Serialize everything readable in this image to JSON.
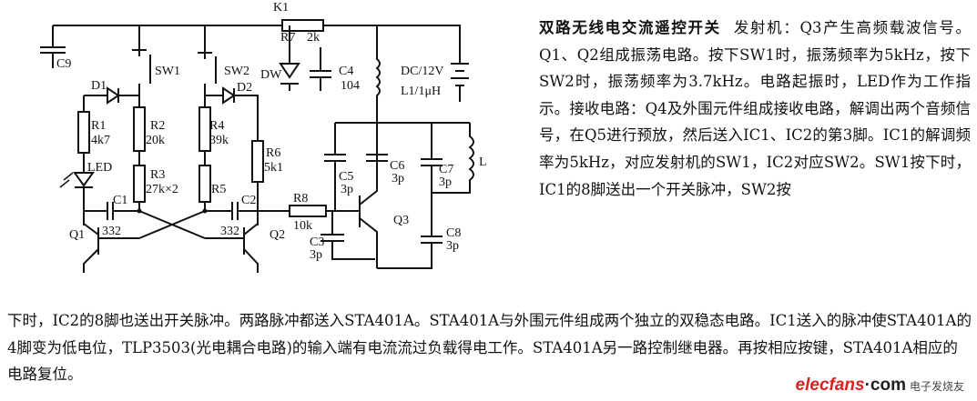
{
  "header_fragment": "K1",
  "schematic": {
    "labels": {
      "c9": "C9",
      "r7": "R7",
      "r7_val": "2k",
      "sw1": "SW1",
      "sw2": "SW2",
      "dw": "DW",
      "c4": "C4",
      "c4_val": "104",
      "dc": "DC/12V",
      "l1": "L1/1μH",
      "d1": "D1",
      "d2": "D2",
      "r1": "R1",
      "r1_val": "4k7",
      "r2": "R2",
      "r2_val": "20k",
      "r4": "R4",
      "r4_val": "39k",
      "r6": "R6",
      "r6_val": "5k1",
      "led": "LED",
      "r3": "R3",
      "r3_val": "27k×2",
      "r5": "R5",
      "c1": "C1",
      "c1_val": "332",
      "c2": "C2",
      "c2_val": "332",
      "q1": "Q1",
      "q2": "Q2",
      "r8": "R8",
      "r8_val": "10k",
      "c3": "C3",
      "c3_val": "3p",
      "c5": "C5",
      "c5_val": "3p",
      "c6": "C6",
      "c6_val": "3p",
      "c7": "C7",
      "c7_val": "3p",
      "c8": "C8",
      "c8_val": "3p",
      "q3": "Q3",
      "l": "L"
    }
  },
  "description": {
    "title": "双路无线电交流遥控开关",
    "text": "发射机：Q3产生高频载波信号。Q1、Q2组成振荡电路。按下SW1时，振荡频率为5kHz，按下SW2时，振荡频率为3.7kHz。电路起振时，LED作为工作指示。接收电路：Q4及外围元件组成接收电路，解调出两个音频信号，在Q5进行预放，然后送入IC1、IC2的第3脚。IC1的解调频率为5kHz，对应发射机的SW1，IC2对应SW2。SW1按下时，IC1的8脚送出一个开关脉冲，SW2按",
    "bottom_text": "下时，IC2的8脚也送出开关脉冲。两路脉冲都送入STA401A。STA401A与外围元件组成两个独立的双稳态电路。IC1送入的脉冲使STA401A的4脚变为低电位，TLP3503(光电耦合电路)的输入端有电流流过负载得电工作。STA401A另一路控制继电器。再按相应按键，STA401A相应的电路复位。"
  },
  "watermark": {
    "brand": "elecfans",
    "suffix": "·com",
    "cn": "电子发烧友"
  }
}
